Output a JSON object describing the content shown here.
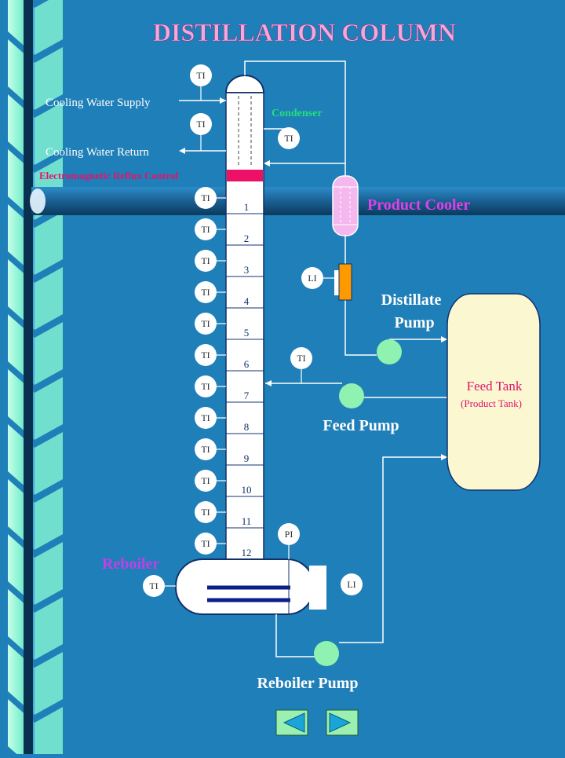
{
  "title": "DISTILLATION COLUMN",
  "labels": {
    "cooling_water_supply": "Cooling Water Supply",
    "cooling_water_return": "Cooling Water Return",
    "condenser": "Condenser",
    "reflux_control": "Electromagnetic  Reflux Control",
    "product_cooler": "Product Cooler",
    "distillate_pump_line1": "Distillate",
    "distillate_pump_line2": "Pump",
    "feed_pump": "Feed Pump",
    "feed_tank": "Feed Tank",
    "feed_tank_sub": "(Product Tank)",
    "reboiler": "Reboiler",
    "reboiler_pump": "Reboiler Pump"
  },
  "instrument_tags": {
    "ti": "TI",
    "li": "LI",
    "pi": "PI"
  },
  "trays": [
    "1",
    "2",
    "3",
    "4",
    "5",
    "6",
    "7",
    "8",
    "9",
    "10",
    "11",
    "12"
  ],
  "colors": {
    "background": "#1f7fb8",
    "title": "#f4a7d8",
    "condenser_label": "#22e07a",
    "reflux_label": "#e0146e",
    "product_cooler_label": "#e040e8",
    "reboiler_label": "#c040e8",
    "feed_tank_label": "#e0146e",
    "pump": "#8ff2b0",
    "cooler_fill": "#f4b8ee",
    "tank_fill": "#fbf7d0",
    "level_gauge": "#ff9900"
  },
  "nav": {
    "prev_icon": "triangle-left-icon",
    "next_icon": "triangle-right-icon"
  }
}
